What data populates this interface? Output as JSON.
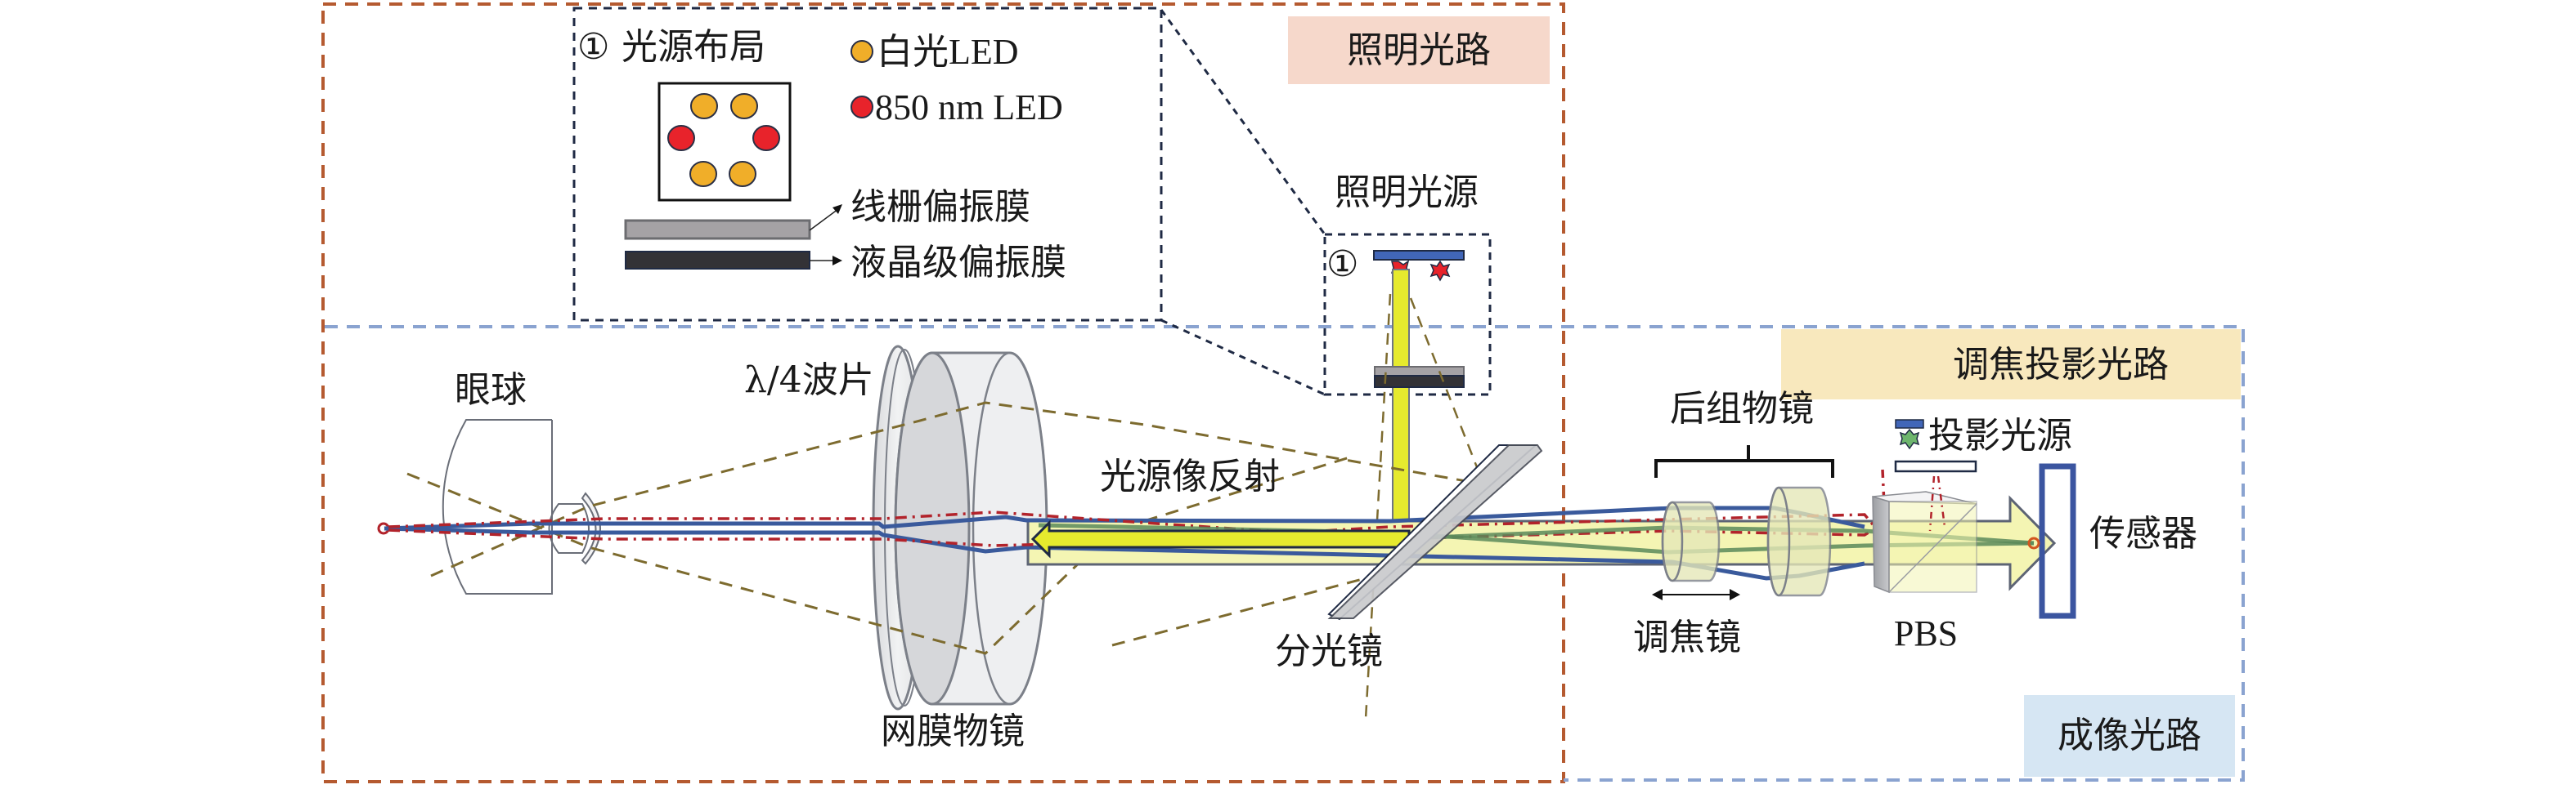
{
  "diagram": {
    "title": "眼底相机光路示意图",
    "regions": {
      "illumination": {
        "label": "照明光路",
        "bg": "#f6d8cb",
        "border": "#b55a30"
      },
      "focus_projection": {
        "label": "调焦投影光路",
        "bg": "#f8e8bd",
        "border": "#8aa3d0"
      },
      "imaging": {
        "label": "成像光路",
        "bg": "#d6e6f3",
        "border": "#8aa3d0"
      }
    },
    "inset": {
      "marker": "①",
      "title": "光源布局",
      "legend": [
        {
          "label": "白光LED",
          "color": "#f0ae29",
          "count": 4
        },
        {
          "label": "850 nm LED",
          "color": "#e8232b",
          "count": 2
        }
      ],
      "films": [
        {
          "label": "线栅偏振膜",
          "color": "#a5a2a5"
        },
        {
          "label": "液晶级偏振膜",
          "color": "#333236"
        }
      ]
    },
    "components": {
      "eye": "眼球",
      "quarter_wave": "λ/4波片",
      "retinal_objective": "网膜物镜",
      "source_reflection": "光源像反射",
      "beam_splitter": "分光镜",
      "illumination_source": "照明光源",
      "illumination_marker": "①",
      "rear_objective": "后组物镜",
      "focus_lens": "调焦镜",
      "projection_source": "投影光源",
      "pbs": "PBS",
      "sensor": "传感器"
    },
    "colors": {
      "beam_yellow": "#e6ea2e",
      "beam_pale": "#f4f5b3",
      "ray_blue": "#3a5a9c",
      "ray_red": "#b2232b",
      "ray_green": "#5b8a5b",
      "ray_olive": "#7d6b2f",
      "source_blue": "#4166b8",
      "sensor_blue": "#3b55a0"
    }
  }
}
